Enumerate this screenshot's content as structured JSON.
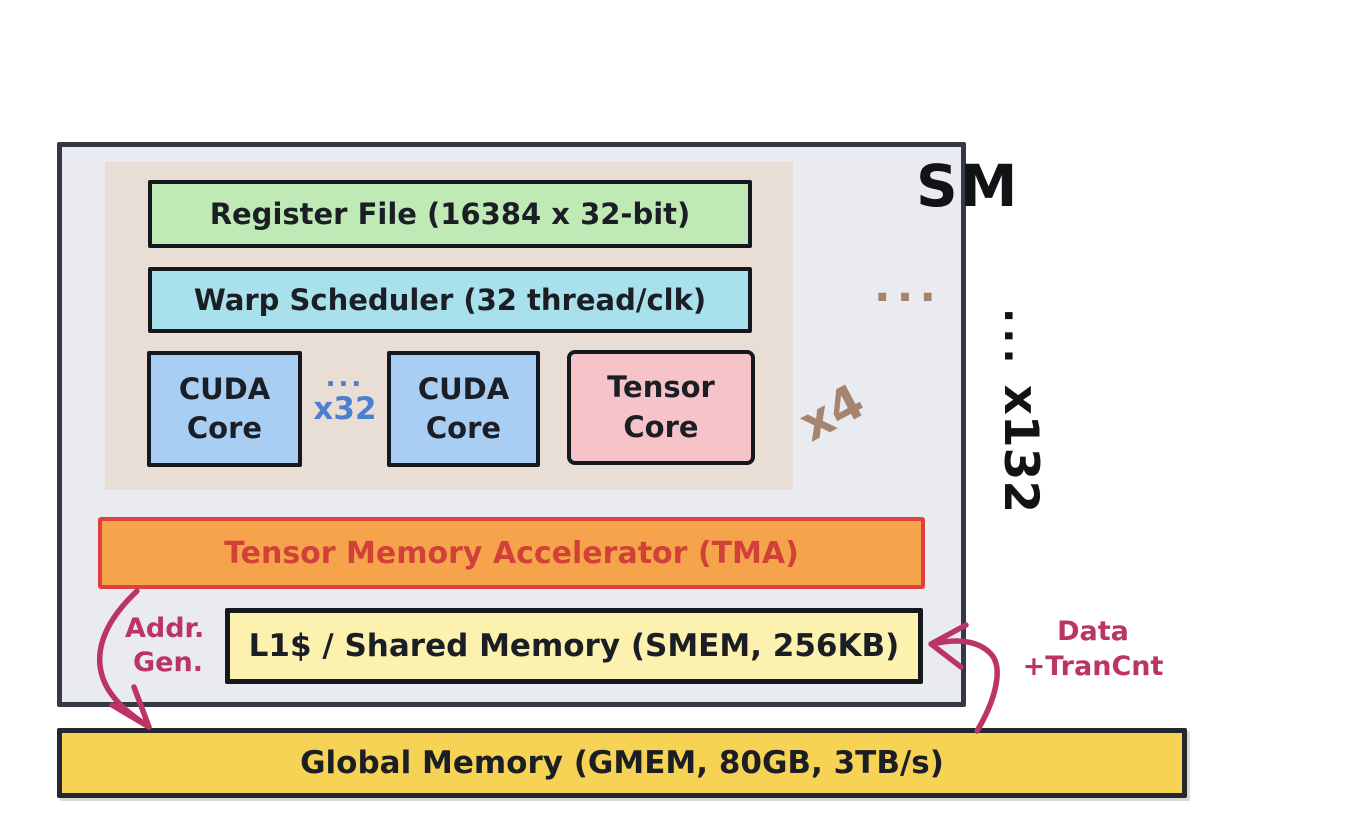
{
  "diagram": {
    "sm": {
      "label": "SM",
      "register_file": {
        "label": "Register File (16384 x 32-bit)"
      },
      "warp_scheduler": {
        "label": "Warp Scheduler (32 thread/clk)"
      },
      "cuda_core": {
        "line1": "CUDA",
        "line2": "Core"
      },
      "cuda_repeat": {
        "dots": "...",
        "count": "x32"
      },
      "tensor_core": {
        "line1": "Tensor",
        "line2": "Core"
      },
      "partition_repeat": {
        "dots": "...",
        "count": "x4"
      },
      "tma": {
        "label": "Tensor Memory Accelerator (TMA)"
      },
      "smem": {
        "label": "L1$ / Shared Memory (SMEM, 256KB)"
      }
    },
    "sm_repeat": {
      "dots": "...",
      "count": "x132"
    },
    "gmem": {
      "label": "Global Memory (GMEM, 80GB, 3TB/s)"
    },
    "annotations": {
      "addr_gen": {
        "line1": "Addr.",
        "line2": "Gen."
      },
      "data_trancnt": {
        "line1": "Data",
        "line2": "+TranCnt"
      }
    },
    "colors": {
      "page_background": "#ffffff",
      "sm_fill": "#e9ebf0",
      "sm_border": "#333a46",
      "core_group_fill": "#e8ded5",
      "register_file_fill": "#bfeab6",
      "warp_scheduler_fill": "#a8e0ec",
      "cuda_core_fill": "#a9cef3",
      "tensor_core_fill": "#f6c4c8",
      "tma_fill": "#f5a44c",
      "tma_border": "#e1413a",
      "tma_text": "#d1413a",
      "smem_fill": "#fcf1ae",
      "gmem_fill": "#f6d355",
      "box_border_ink": "#15181c",
      "ink": "#111316",
      "annotation_crimson": "#bc3366",
      "annotation_brown": "#a58570",
      "annotation_blue": "#4b7fd0"
    }
  }
}
